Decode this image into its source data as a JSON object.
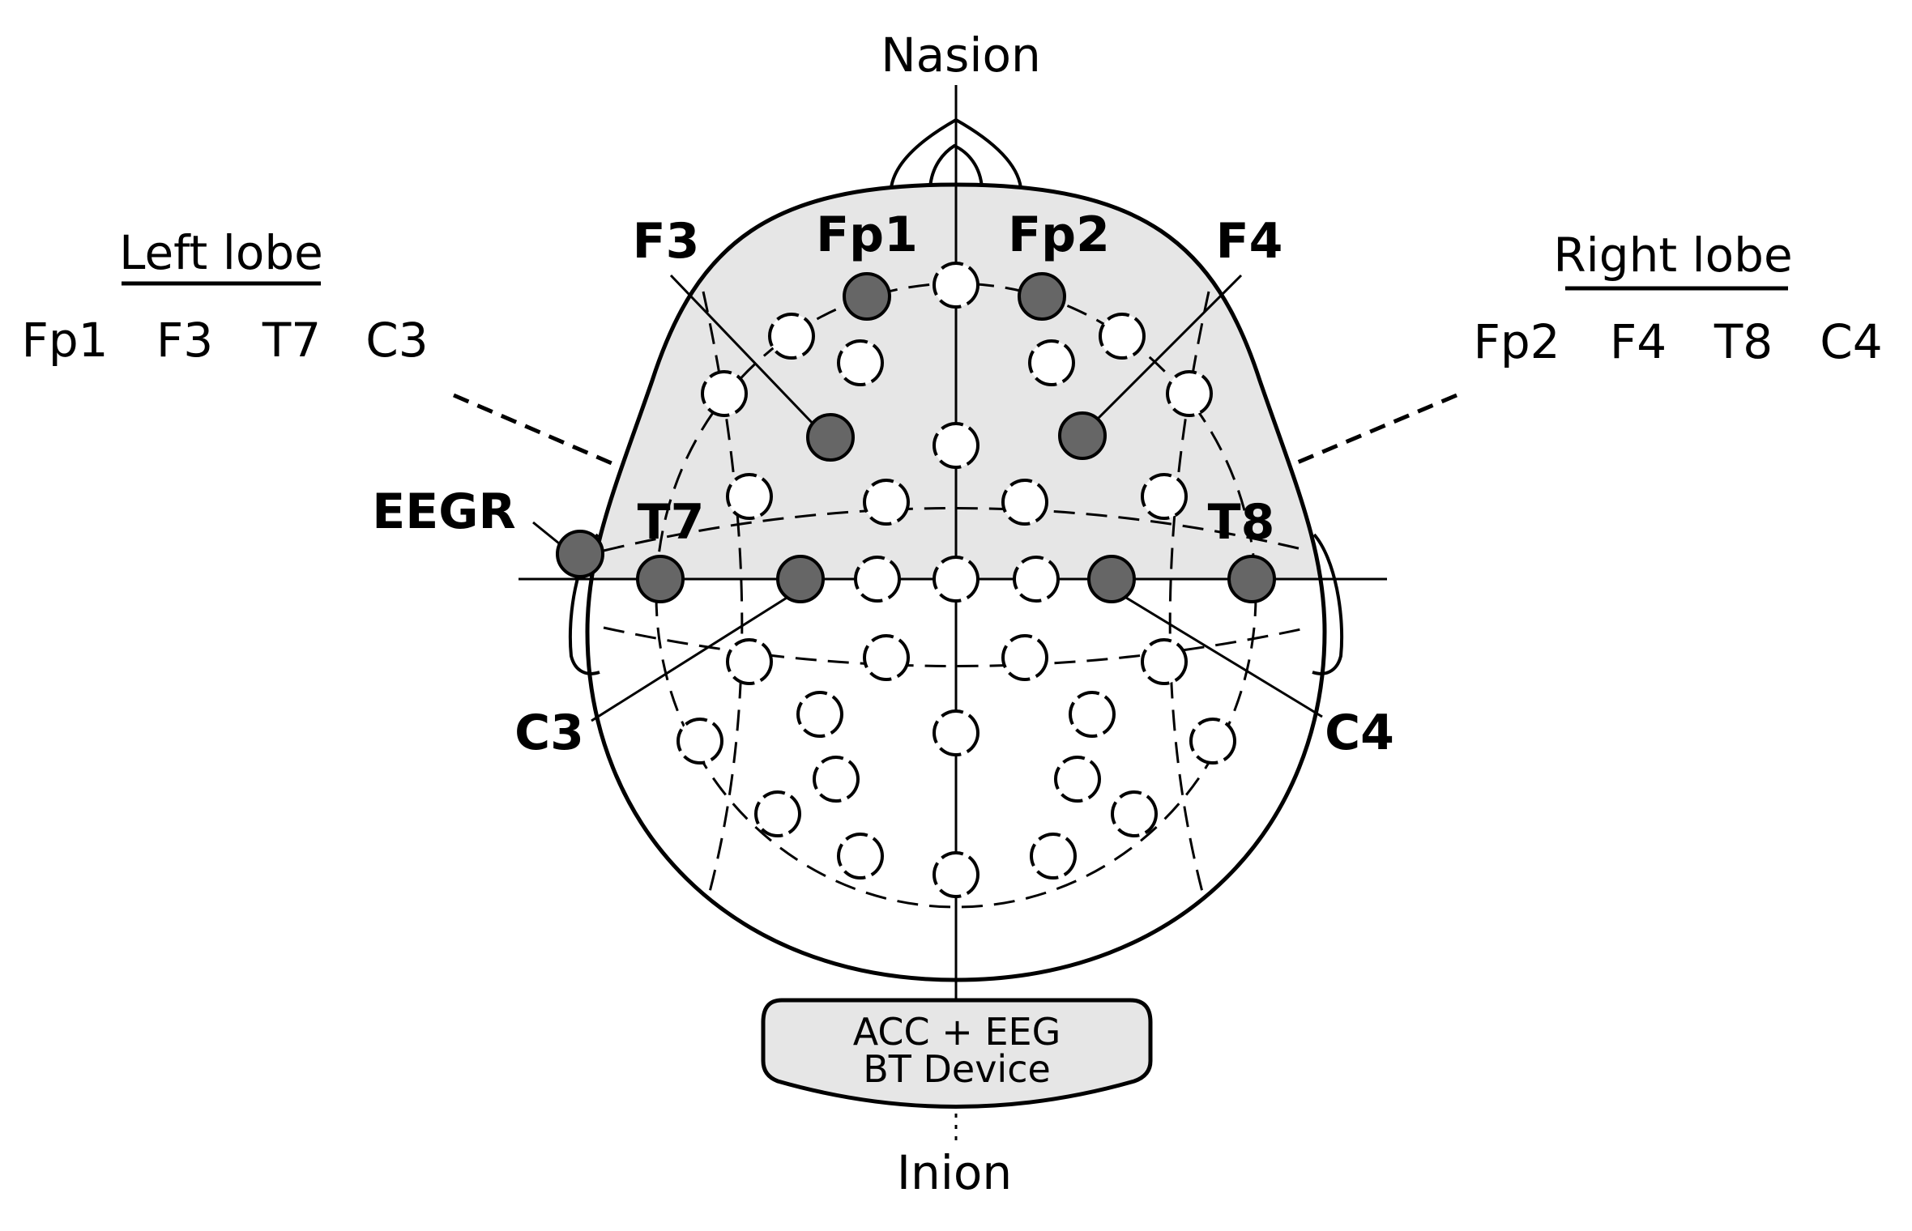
{
  "labels": {
    "nasion": "Nasion",
    "inion": "Inion",
    "left_lobe": "Left lobe",
    "right_lobe": "Right lobe",
    "eegr": "EEGR",
    "device_line1": "ACC + EEG",
    "device_line2": "BT Device"
  },
  "left_channels": [
    "Fp1",
    "F3",
    "T7",
    "C3"
  ],
  "right_channels": [
    "Fp2",
    "F4",
    "T8",
    "C4"
  ],
  "active_electrodes": [
    {
      "id": "Fp1",
      "label": "Fp1"
    },
    {
      "id": "Fp2",
      "label": "Fp2"
    },
    {
      "id": "F3",
      "label": "F3"
    },
    {
      "id": "F4",
      "label": "F4"
    },
    {
      "id": "T7",
      "label": "T7"
    },
    {
      "id": "T8",
      "label": "T8"
    },
    {
      "id": "C3",
      "label": "C3"
    },
    {
      "id": "C4",
      "label": "C4"
    }
  ],
  "colors": {
    "frontal_fill": "#e6e6e6",
    "active_electrode": "#666666",
    "inactive_electrode": "#ffffff",
    "stroke": "#000000",
    "device_fill": "#e6e6e6"
  }
}
